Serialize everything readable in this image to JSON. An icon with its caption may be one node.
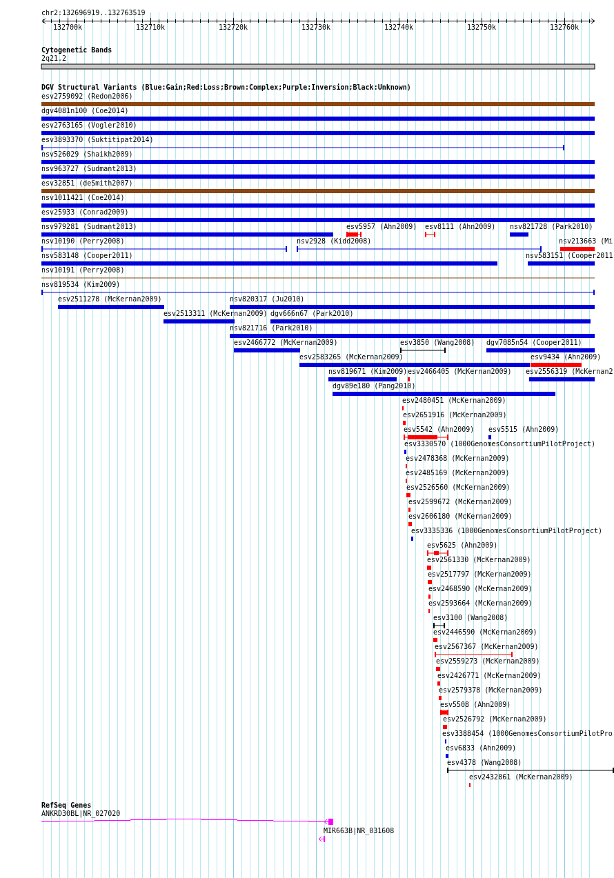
{
  "diagram": {
    "labels": [
      "chr2:132696919..132763519",
      "132700k",
      "132710k",
      "132720k",
      "132730k",
      "132740k",
      "132750k",
      "132760k",
      "Cytogenetic Bands",
      "2q21.2",
      "DGV Structural Variants (Blue:Gain;Red:Loss;Brown:Complex;Purple:Inversion;Black:Unknown)",
      "esv2759092 (Redon2006)",
      "dgv4081n100 (Coe2014)",
      "esv2763165 (Vogler2010)",
      "esv3893370 (Suktitipat2014)",
      "nsv526029 (Shaikh2009)",
      "nsv963727 (Sudmant2013)",
      "esv32851 (deSmith2007)",
      "nsv1011421 (Coe2014)",
      "esv25933 (Conrad2009)",
      "nsv979281 (Sudmant2013)",
      "esv5957 (Ahn2009)",
      "esv8111 (Ahn2009)",
      "nsv821728 (Park2010)",
      "nsv10190 (Perry2008)",
      "nsv2928 (Kidd2008)",
      "nsv213663 (Mi",
      "nsv583148 (Cooper2011)",
      "nsv583151 (Cooper2011",
      "nsv10191 (Perry2008)",
      "nsv819534 (Kim2009)",
      "esv2511278 (McKernan2009)",
      "nsv820317 (Ju2010)",
      "esv2513311 (McKernan2009)",
      "dgv666n67 (Park2010)",
      "nsv821716 (Park2010)",
      "esv2466772 (McKernan2009)",
      "esv3850 (Wang2008)",
      "dgv7085n54 (Cooper2011)",
      "esv2583265 (McKernan2009)",
      "esv9434 (Ahn2009)",
      "nsv819671 (Kim2009)",
      "esv2466405 (McKernan2009)",
      "esv2556319 (McKernan2",
      "dgv89e180 (Pang2010)",
      "esv2480451 (McKernan2009)",
      "esv2651916 (McKernan2009)",
      "esv5542 (Ahn2009)",
      "esv5515 (Ahn2009)",
      "esv3330570 (1000GenomesConsortiumPilotProject)",
      "esv2478368 (McKernan2009)",
      "esv2485169 (McKernan2009)",
      "esv2526560 (McKernan2009)",
      "esv2599672 (McKernan2009)",
      "esv2606180 (McKernan2009)",
      "esv3335336 (1000GenomesConsortiumPilotProject)",
      "esv5625 (Ahn2009)",
      "esv2561330 (McKernan2009)",
      "esv2517797 (McKernan2009)",
      "esv2468590 (McKernan2009)",
      "esv2593664 (McKernan2009)",
      "esv3100 (Wang2008)",
      "esv2446590 (McKernan2009)",
      "esv2567367 (McKernan2009)",
      "esv2559273 (McKernan2009)",
      "esv2426771 (McKernan2009)",
      "esv2579378 (McKernan2009)",
      "esv5508 (Ahn2009)",
      "esv2526792 (McKernan2009)",
      "esv3388454 (1000GenomesConsortiumPilotPro",
      "esv6833 (Ahn2009)",
      "esv4378 (Wang2008)",
      "esv2432861 (McKernan2009)",
      "RefSeq Genes",
      "ANKRD30BL|NR_027020",
      "MIR663B|NR_031608"
    ]
  }
}
